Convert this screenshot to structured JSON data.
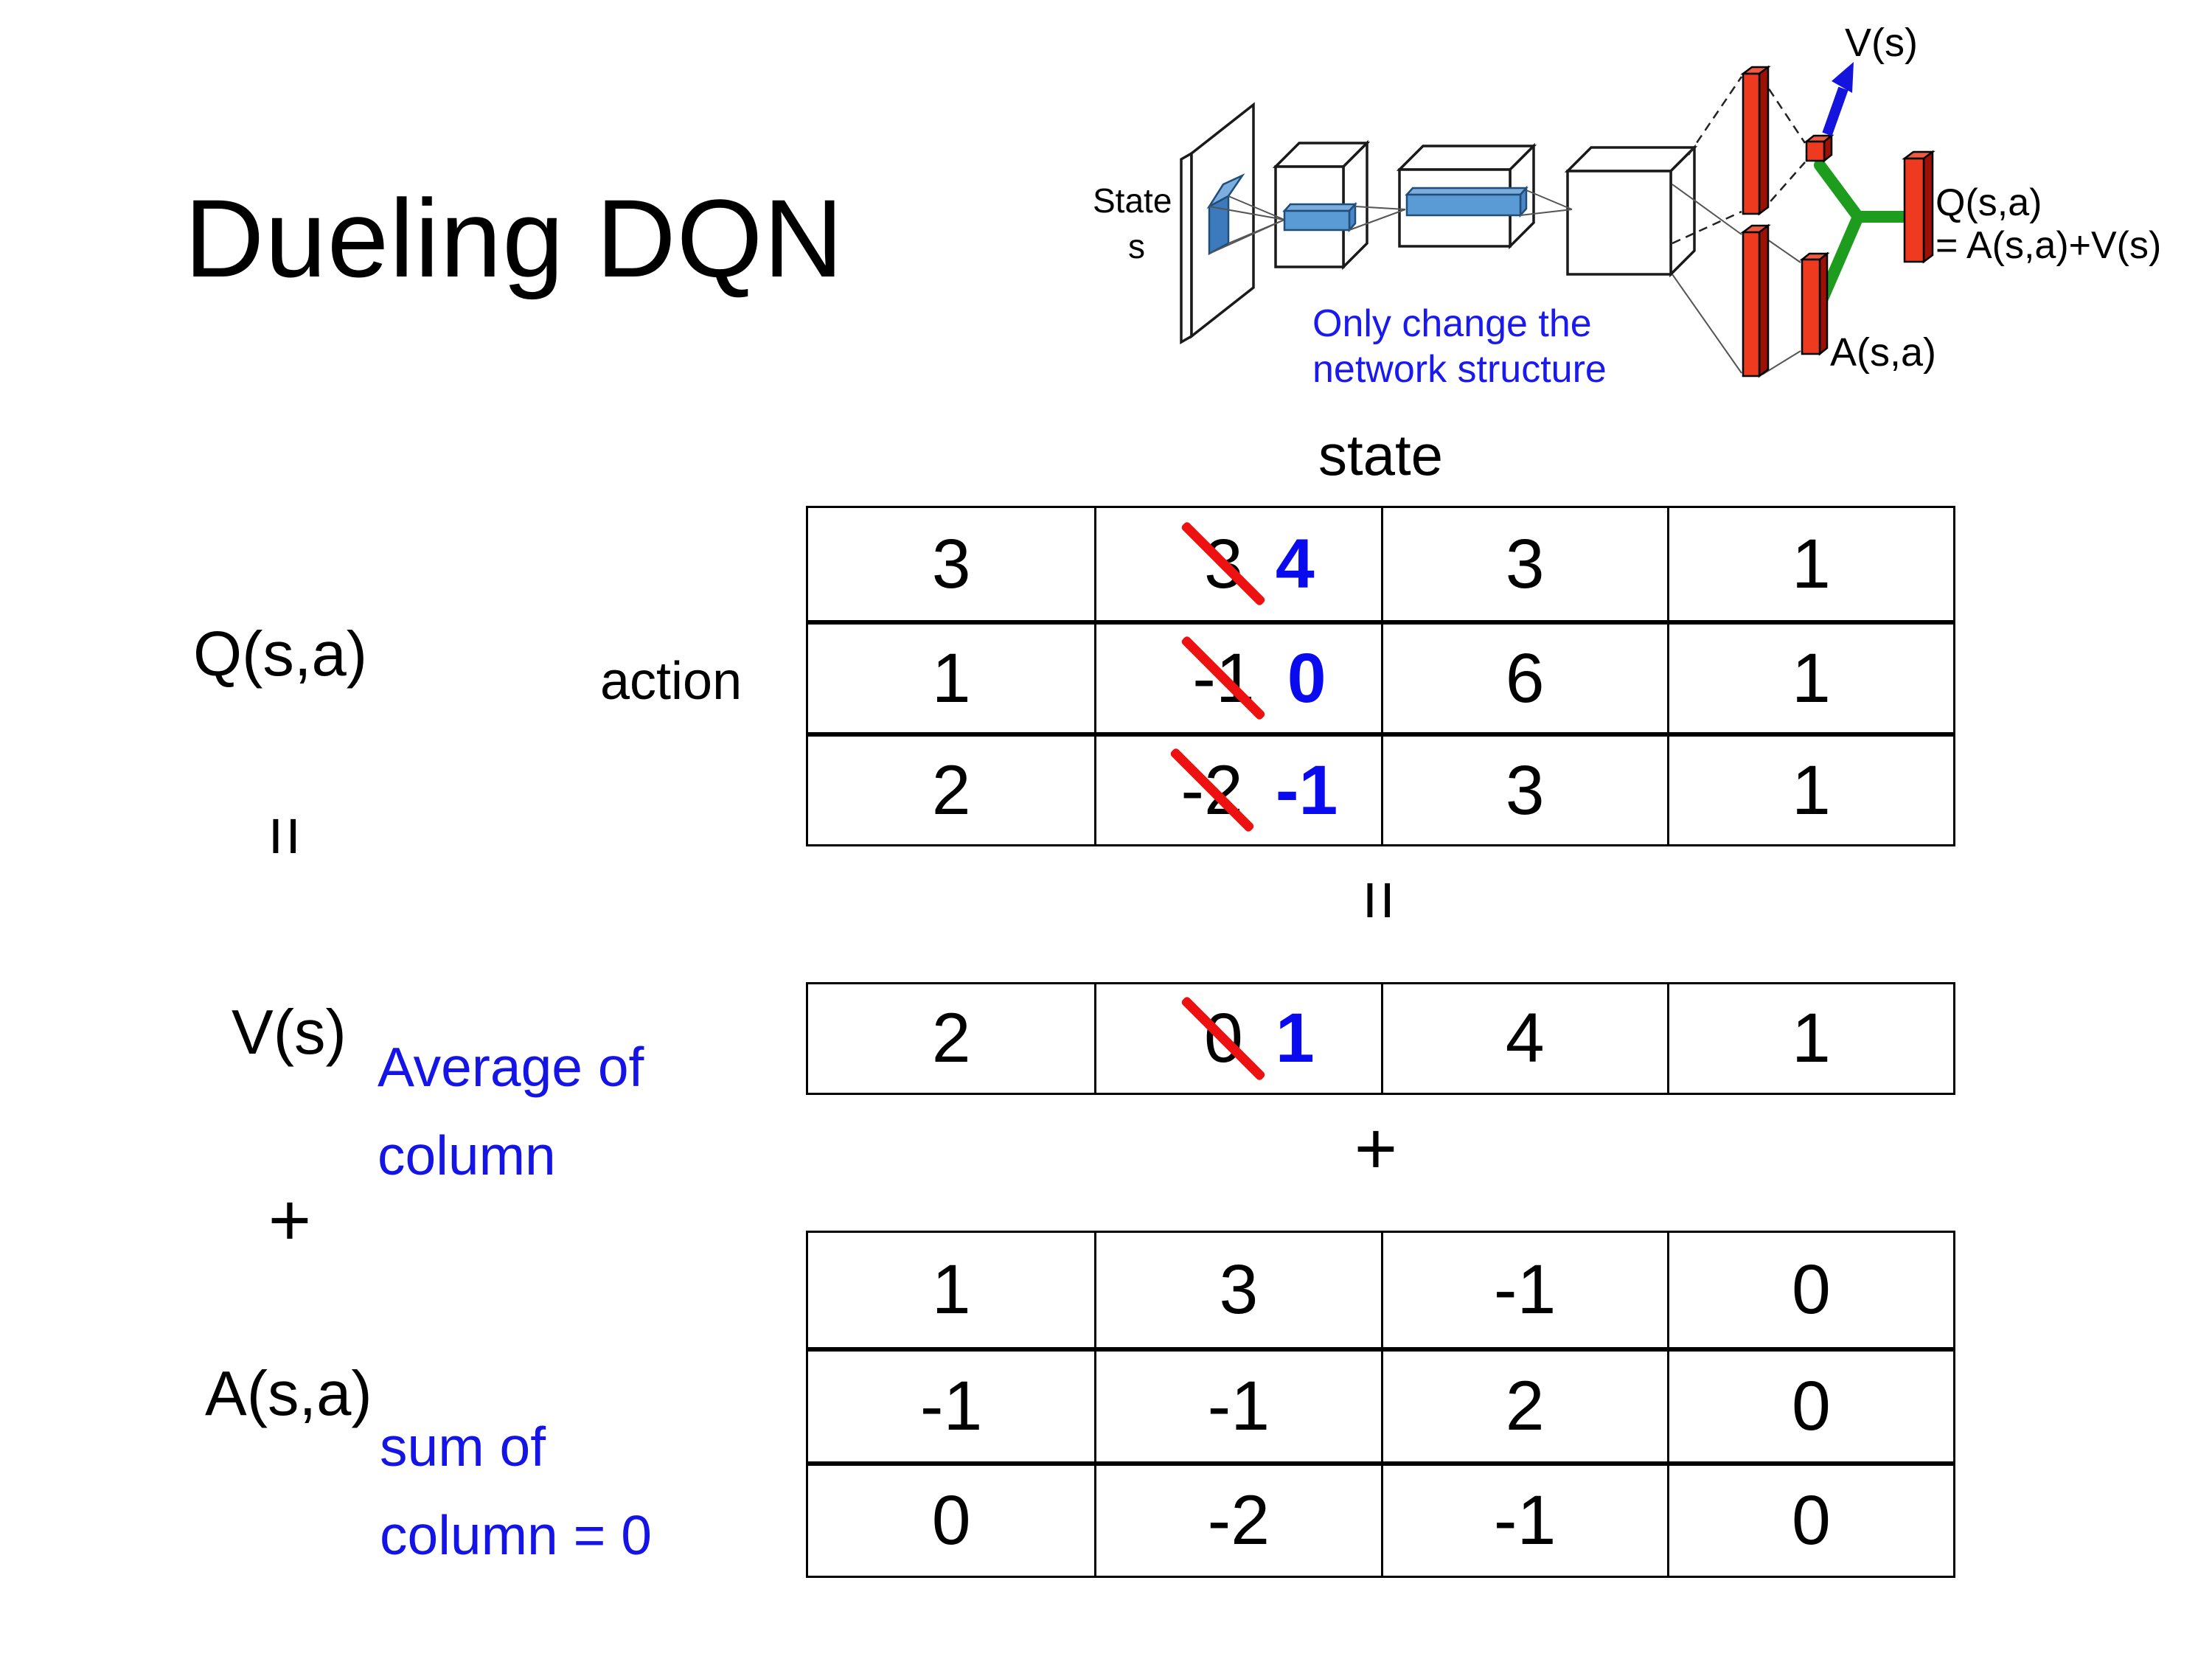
{
  "title": "Dueling DQN",
  "colors": {
    "replacement_blue": "#0a0aee",
    "annotation_blue": "#1414e6",
    "strike_red": "#ee1111",
    "bar_red": "#ee3a1f",
    "bar_red_dark": "#9c1006",
    "layer_blue": "#5b9bd5",
    "green_link": "#1e9c1e",
    "arrow_blue": "#1414dd"
  },
  "diagram": {
    "state_label": "State",
    "state_sub": "s",
    "v_out_label": "V(s)",
    "a_out_label": "A(s,a)",
    "q_out_label": "Q(s,a)",
    "q_out_formula": "= A(s,a)+V(s)",
    "note_line1": "Only change the",
    "note_line2": "network structure"
  },
  "equation": {
    "state_header": "state",
    "action_label": "action",
    "q_label": "Q(s,a)",
    "equals_left": "=",
    "v_label": "V(s)",
    "plus_left": "+",
    "a_label": "A(s,a)",
    "equals_mid": "=",
    "plus_mid": "+",
    "v_note_line1": "Average of",
    "v_note_line2": "column",
    "a_note_line1": "sum of",
    "a_note_line2": "column = 0"
  },
  "chart_data": {
    "type": "table",
    "q_table": {
      "rows": [
        [
          {
            "v": "3"
          },
          {
            "v": "3",
            "new": "4"
          },
          {
            "v": "3"
          },
          {
            "v": "1"
          }
        ],
        [
          {
            "v": "1"
          },
          {
            "v": "-1",
            "new": "0"
          },
          {
            "v": "6"
          },
          {
            "v": "1"
          }
        ],
        [
          {
            "v": "2"
          },
          {
            "v": "-2",
            "new": "-1"
          },
          {
            "v": "3"
          },
          {
            "v": "1"
          }
        ]
      ]
    },
    "v_table": {
      "rows": [
        [
          {
            "v": "2"
          },
          {
            "v": "0",
            "new": "1"
          },
          {
            "v": "4"
          },
          {
            "v": "1"
          }
        ]
      ]
    },
    "a_table": {
      "rows": [
        [
          {
            "v": "1"
          },
          {
            "v": "3"
          },
          {
            "v": "-1"
          },
          {
            "v": "0"
          }
        ],
        [
          {
            "v": "-1"
          },
          {
            "v": "-1"
          },
          {
            "v": "2"
          },
          {
            "v": "0"
          }
        ],
        [
          {
            "v": "0"
          },
          {
            "v": "-2"
          },
          {
            "v": "-1"
          },
          {
            "v": "0"
          }
        ]
      ]
    }
  }
}
